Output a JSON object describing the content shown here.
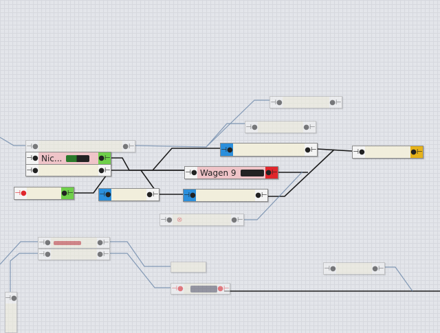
{
  "blocks": [
    {
      "id": "b1",
      "label": ""
    },
    {
      "id": "b2",
      "label": ""
    },
    {
      "id": "b3",
      "label": ""
    },
    {
      "id": "b4",
      "label": ""
    },
    {
      "id": "b5",
      "label": "Wagen 9"
    },
    {
      "id": "b6",
      "label": ""
    },
    {
      "id": "b7",
      "label": ""
    },
    {
      "id": "b8",
      "label": ""
    },
    {
      "id": "b9",
      "label": "Nic..."
    },
    {
      "id": "b10",
      "label": ""
    },
    {
      "id": "b11",
      "label": ""
    },
    {
      "id": "b12",
      "label": ""
    }
  ],
  "signal_glyph": "⊣●",
  "signal_glyph_r": "●⊢",
  "x_mark": "⊗",
  "colors": {
    "free": "#f1eedc",
    "occupied": "#efc4c8",
    "reserved": "#2b8fdc",
    "green": "#6fd04a",
    "red": "#e0262c",
    "yellow": "#e6b21a",
    "track": "#1a1a1a",
    "track_route": "#6aa6d8"
  }
}
